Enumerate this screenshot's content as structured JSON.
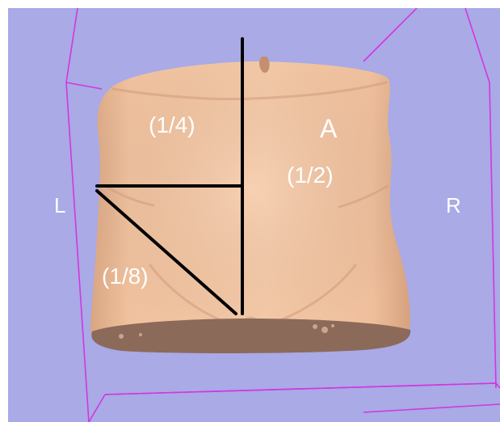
{
  "colors": {
    "background": "#A9AAE6",
    "skin": "#F2C3A1",
    "skin_shadow": "#D9A686",
    "cut_surface": "#8C6A5A",
    "bounding_box": "#D436E0",
    "guide_lines": "#000000",
    "label_text": "#FFFFFF"
  },
  "orientation_labels": {
    "left": "L",
    "right": "R",
    "anterior": "A"
  },
  "region_labels": {
    "quarter": "(1/4)",
    "half": "(1/2)",
    "eighth": "(1/8)"
  }
}
